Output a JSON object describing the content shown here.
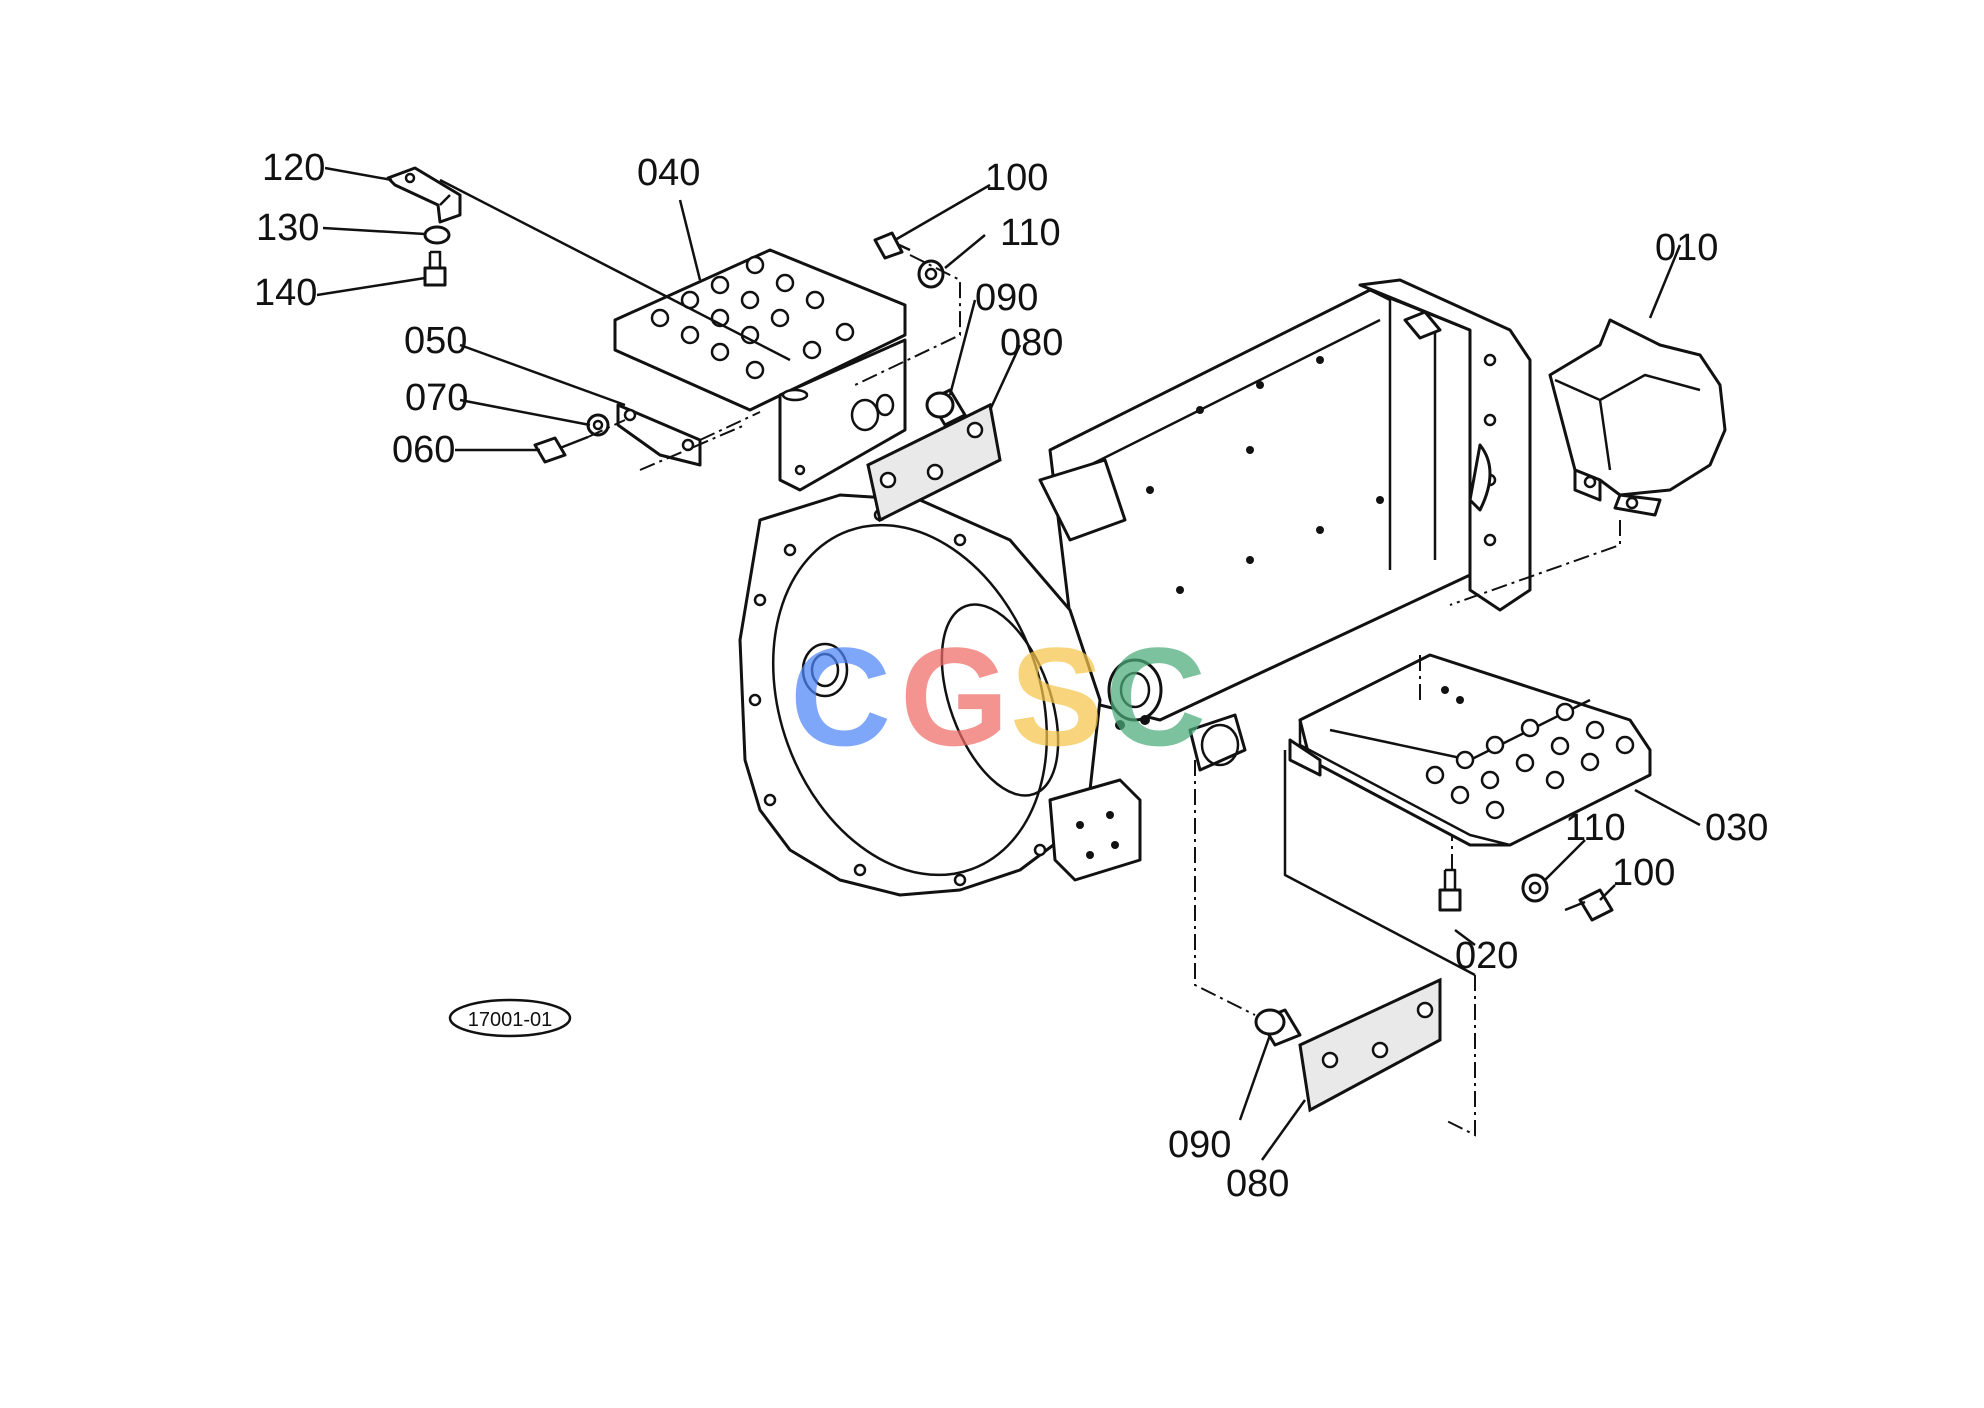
{
  "diagram_code": "17001-01",
  "watermark": {
    "letters": [
      "C",
      "G",
      "S",
      "C"
    ],
    "colors": [
      "#4f86f7",
      "#ef6b68",
      "#f6c64b",
      "#4cab7a"
    ]
  },
  "part_labels": {
    "p010": "010",
    "p020": "020",
    "p030": "030",
    "p040": "040",
    "p050": "050",
    "p060": "060",
    "p070": "070",
    "p080_upper": "080",
    "p080_lower": "080",
    "p090_upper": "090",
    "p090_lower": "090",
    "p100_upper": "100",
    "p100_lower": "100",
    "p110_upper": "110",
    "p110_lower": "110",
    "p120": "120",
    "p130": "130",
    "p140": "140"
  }
}
